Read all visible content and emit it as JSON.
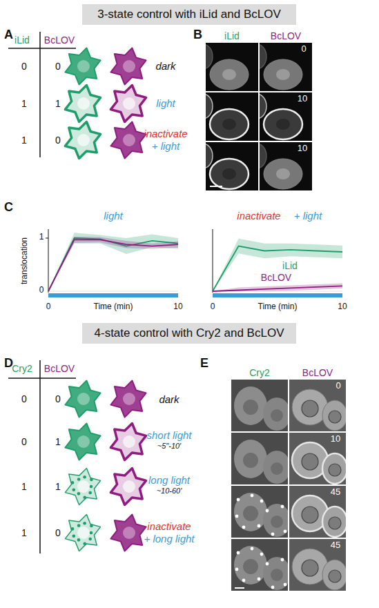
{
  "diagram": {
    "nodes": [
      {
        "text": [
          "3-state control with iLid and BcLOV"
        ]
      },
      {
        "text": [
          "4-state control with Cry2 and BcLOV"
        ]
      }
    ],
    "labels": [
      "A",
      "iLid",
      "BcLOV",
      "0",
      "0",
      "dark",
      "1",
      "1",
      "light",
      "1",
      "0",
      "inactivate",
      "+ light",
      "B",
      "iLid",
      "BcLOV",
      "0",
      "10",
      "10",
      "C",
      "light",
      "translocation",
      "1",
      "0",
      "0",
      "Time (min)",
      "10",
      "inactivate",
      "+ light",
      "iLid",
      "BcLOV",
      "0",
      "Time (min)",
      "10",
      "D",
      "Cry2",
      "BcLOV",
      "0",
      "0",
      "dark",
      "0",
      "1",
      "short light",
      "~5\"-10'",
      "1",
      "1",
      "long light",
      "~10-60'",
      "1",
      "0",
      "inactivate",
      "+ long light",
      "E",
      "Cry2",
      "BcLOV",
      "0",
      "10",
      "45",
      "45"
    ]
  }
}
